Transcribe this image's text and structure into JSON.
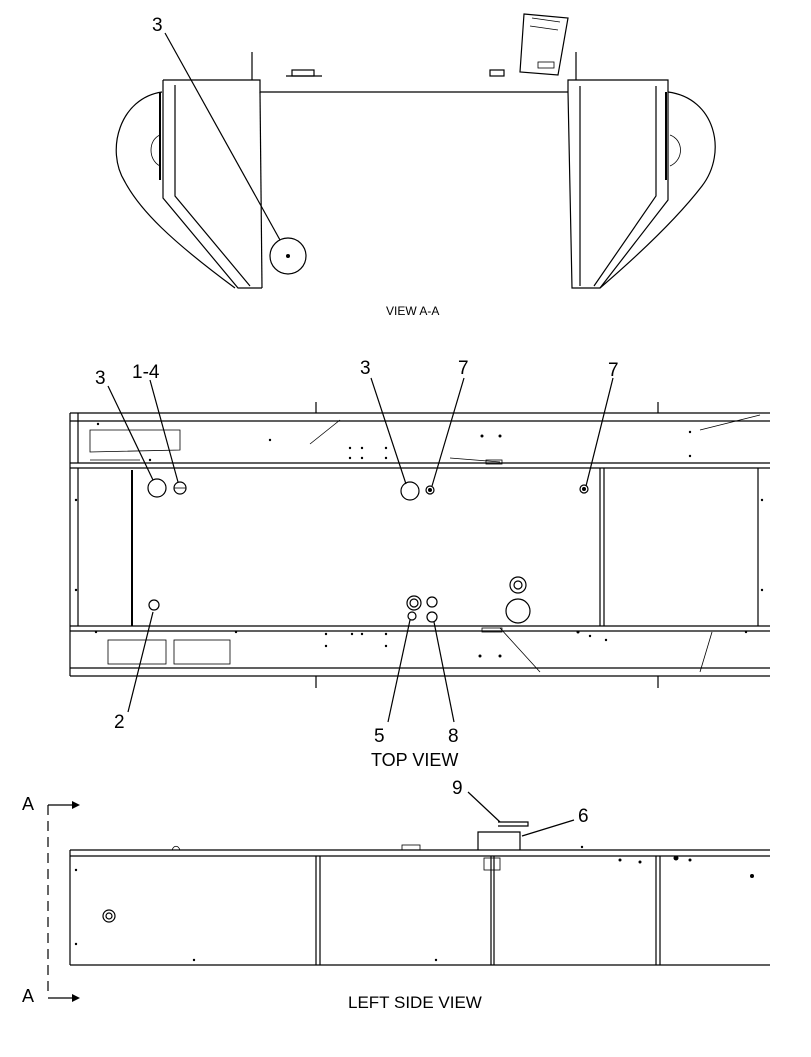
{
  "views": {
    "section": {
      "caption": "VIEW A-A",
      "callouts": [
        "3"
      ]
    },
    "top": {
      "caption": "TOP VIEW",
      "callouts": [
        "3",
        "1-4",
        "3",
        "7",
        "7",
        "2",
        "5",
        "8"
      ]
    },
    "left": {
      "caption": "LEFT SIDE VIEW",
      "callouts": [
        "9",
        "6"
      ]
    }
  },
  "section_markers": {
    "top": "A",
    "bottom": "A"
  }
}
